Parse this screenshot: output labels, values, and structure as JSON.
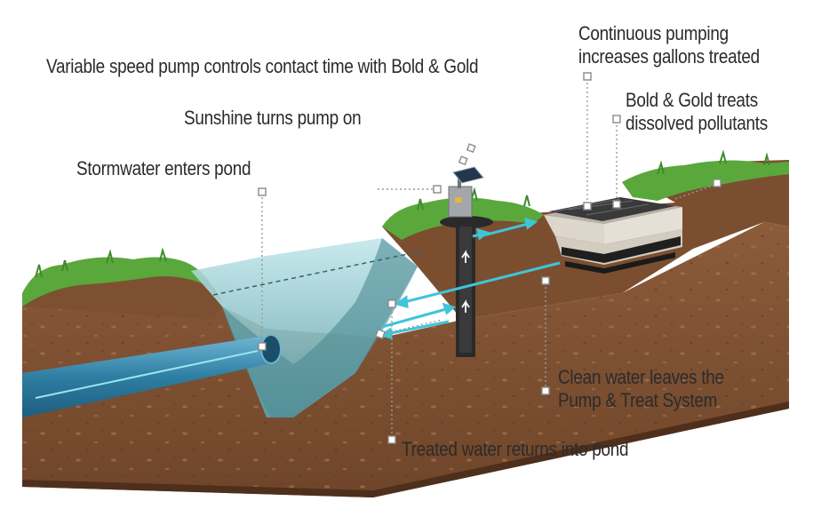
{
  "labels": {
    "variable_speed": "Variable speed pump controls contact time with  Bold & Gold",
    "sunshine": "Sunshine turns pump on",
    "stormwater": "Stormwater enters pond",
    "continuous_line1": "Continuous pumping",
    "continuous_line2": "increases gallons treated",
    "boldgold_line1": "Bold & Gold treats",
    "boldgold_line2": "dissolved pollutants",
    "clean_line1": "Clean water leaves the",
    "clean_line2": "Pump & Treat System",
    "treated_return": "Treated water returns into pond"
  },
  "colors": {
    "soil": "#6b4328",
    "soil_face": "#8a5a3a",
    "soil_dark": "#4e2f1c",
    "grass": "#5aa83c",
    "water": "#9fd3d8",
    "water_deep": "#4f8f98",
    "pipe": "#3c8fb3",
    "arrow": "#40c4d8",
    "media": "#d8d2c6",
    "leader": "#9a9a9a",
    "text": "#2b2b2b"
  }
}
